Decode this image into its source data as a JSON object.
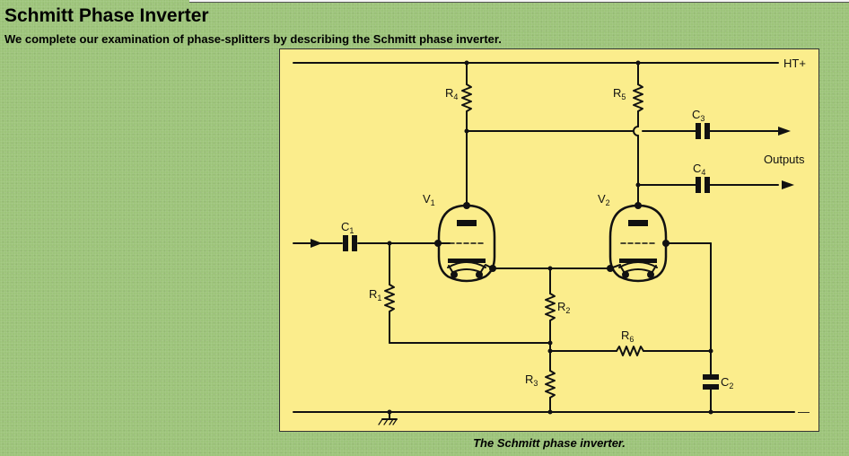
{
  "page": {
    "title": "Schmitt Phase Inverter",
    "intro": "We complete our examination of phase-splitters by describing the Schmitt phase inverter."
  },
  "figure": {
    "caption": "The Schmitt phase inverter.",
    "labels": {
      "ht": "HT+",
      "outputs": "Outputs",
      "minus": "—",
      "v1": "V",
      "v1_sub": "1",
      "v2": "V",
      "v2_sub": "2",
      "c1": "C",
      "c1_sub": "1",
      "c2": "C",
      "c2_sub": "2",
      "c3": "C",
      "c3_sub": "3",
      "c4": "C",
      "c4_sub": "4",
      "r1": "R",
      "r1_sub": "1",
      "r2": "R",
      "r2_sub": "2",
      "r3": "R",
      "r3_sub": "3",
      "r4": "R",
      "r4_sub": "4",
      "r5": "R",
      "r5_sub": "5",
      "r6": "R",
      "r6_sub": "6"
    }
  }
}
